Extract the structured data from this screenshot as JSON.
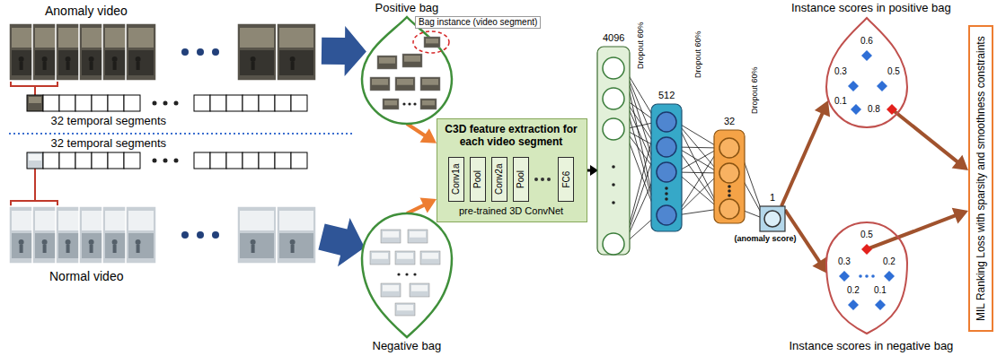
{
  "diagram": {
    "nodes": [
      {
        "text": [
          "Anomaly video"
        ]
      },
      {
        "text": [
          "32 temporal segments"
        ]
      },
      {
        "text": [
          "32 temporal segments"
        ]
      },
      {
        "text": [
          "Normal video"
        ]
      },
      {
        "text": [
          "Positive bag"
        ]
      },
      {
        "text": [
          "Negative bag"
        ]
      },
      {
        "text": [
          "C3D feature extraction for each video segment",
          "pre-trained 3D ConvNet"
        ]
      },
      {
        "text": [
          "Conv1a"
        ],
        "in": 6
      },
      {
        "text": [
          "Pool"
        ],
        "in": 6
      },
      {
        "text": [
          "Conv2a"
        ],
        "in": 6
      },
      {
        "text": [
          "Pool"
        ],
        "in": 6
      },
      {
        "text": [
          "FC6"
        ],
        "in": 6
      },
      {
        "text": [
          "4096"
        ]
      },
      {
        "text": [
          "512"
        ]
      },
      {
        "text": [
          "32"
        ]
      },
      {
        "text": [
          "1",
          "(anomaly score)"
        ]
      },
      {
        "text": [
          "Instance scores in positive bag"
        ]
      },
      {
        "text": [
          "Instance scores in negative bag"
        ]
      },
      {
        "text": [
          "MIL Ranking Loss with sparsity and smoothness constraints"
        ]
      }
    ],
    "edges": [
      {
        "from": 0,
        "to": 4,
        "arrow": "to"
      },
      {
        "from": 0,
        "to": 1,
        "arrow": "none"
      },
      {
        "from": 2,
        "to": 3,
        "arrow": "none"
      },
      {
        "from": 3,
        "to": 5,
        "arrow": "to"
      },
      {
        "from": 4,
        "to": 6,
        "arrow": "to"
      },
      {
        "from": 5,
        "to": 6,
        "arrow": "to"
      },
      {
        "from": 6,
        "to": 12,
        "arrow": "to"
      },
      {
        "from": 12,
        "to": 13,
        "arrow": "none"
      },
      {
        "from": 13,
        "to": 14,
        "arrow": "none"
      },
      {
        "from": 14,
        "to": 15,
        "arrow": "none"
      },
      {
        "from": 15,
        "to": 16,
        "arrow": "to"
      },
      {
        "from": 15,
        "to": 17,
        "arrow": "to"
      },
      {
        "from": 16,
        "to": 18,
        "arrow": "to"
      },
      {
        "from": 17,
        "to": 18,
        "arrow": "to"
      }
    ],
    "labels": [
      "Bag instance (video segment)",
      "Dropout 60%",
      "Dropout 60%",
      "Dropout 60%",
      "0.6",
      "0.3",
      "0.5",
      "0.1",
      "0.8",
      "0.5",
      "0.3",
      "0.2",
      "0.2",
      "0.1"
    ]
  }
}
